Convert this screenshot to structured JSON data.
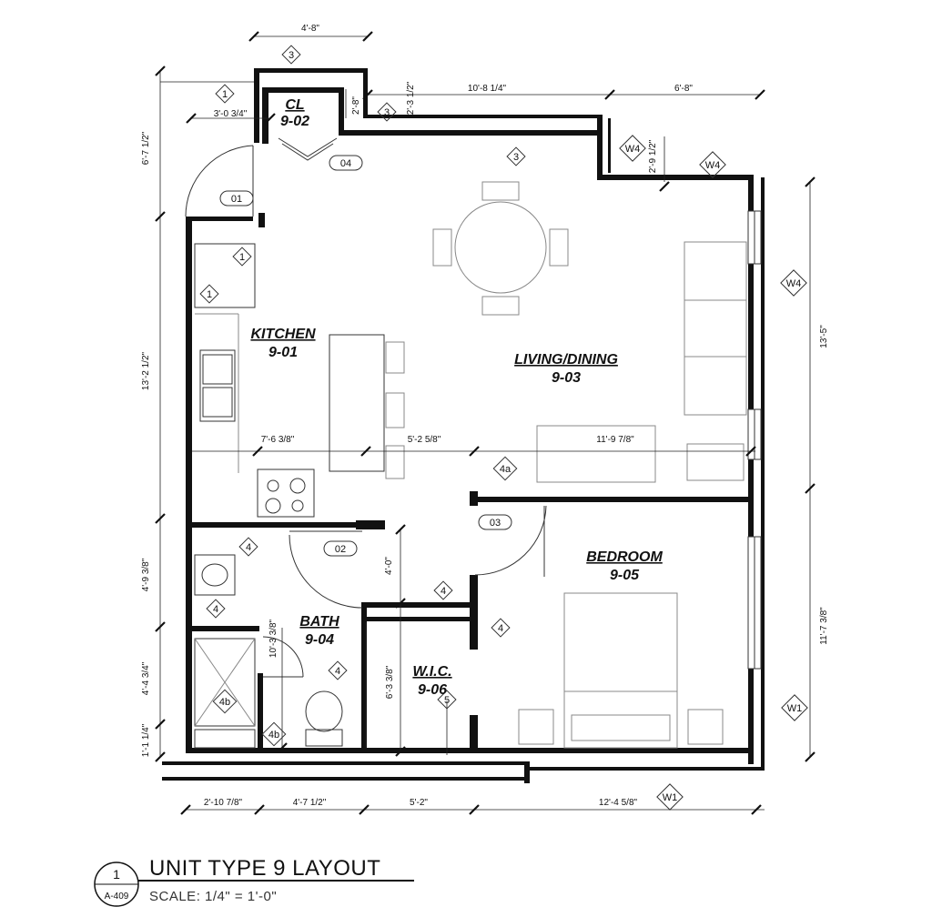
{
  "title": {
    "drawing_number": "1",
    "sheet": "A-409",
    "name": "UNIT TYPE 9 LAYOUT",
    "scale": "SCALE:  1/4\" = 1'-0\""
  },
  "rooms": [
    {
      "name": "CL",
      "number": "9-02"
    },
    {
      "name": "KITCHEN",
      "number": "9-01"
    },
    {
      "name": "LIVING/DINING",
      "number": "9-03"
    },
    {
      "name": "BEDROOM",
      "number": "9-05"
    },
    {
      "name": "BATH",
      "number": "9-04"
    },
    {
      "name": "W.I.C.",
      "number": "9-06"
    }
  ],
  "doors": [
    "01",
    "02",
    "03",
    "04"
  ],
  "dimensions": {
    "top_overall": "4'-8\"",
    "cl_width": "3'-0 3/4\"",
    "cl_depth": "2'-8\"",
    "notch": "2'-3 1/2\"",
    "top_mid": "10'-8 1/4\"",
    "top_right": "6'-8\"",
    "window_offset": "2'-9 1/2\"",
    "left_top": "6'-7 1/2\"",
    "left_kitchen": "13'-2 1/2\"",
    "left_bath": "4'-9 3/8\"",
    "left_shower": "4'-4 3/4\"",
    "left_bottom": "1'-1 1/4\"",
    "right_living": "13'-5\"",
    "right_bedroom": "11'-7 3/8\"",
    "row_kitchen": "7'-6 3/8\"",
    "row_mid": "5'-2 5/8\"",
    "row_living": "11'-9 7/8\"",
    "hall_depth": "4'-0\"",
    "bath_depth": "10'-3 3/8\"",
    "wic_depth": "6'-3 3/8\"",
    "bottom_1": "2'-10 7/8\"",
    "bottom_2": "4'-7 1/2\"",
    "bottom_3": "5'-2\"",
    "bottom_4": "12'-4 5/8\""
  },
  "tags": {
    "wall_type_1": "1",
    "wall_type_3": "3",
    "wall_type_4": "4",
    "wall_type_4a": "4a",
    "wall_type_4b": "4b",
    "wall_type_5": "5",
    "window_w4": "W4",
    "window_w1": "W1"
  }
}
